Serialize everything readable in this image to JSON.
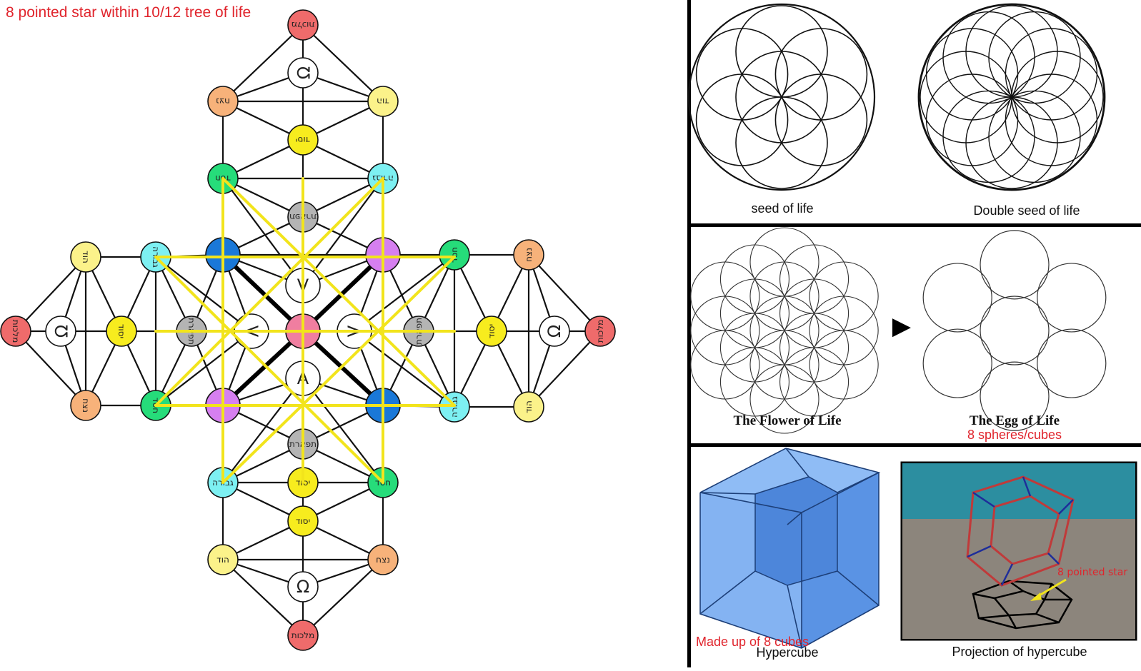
{
  "title": "8 pointed star within 10/12 tree of life",
  "sephirot_labels": {
    "keter": "כתר",
    "chokmah": "חכמה",
    "binah": "בינה",
    "chesed": "חסד",
    "gevurah": "גבורה",
    "tiferet": "תפארת",
    "netzach": "נצח",
    "hod": "הוד",
    "yesod": "יסוד",
    "malkuth": "מלכות",
    "daat_top": "Ʊ",
    "daat_bottom": "Ω",
    "center_upper": "V",
    "center_lower": "A"
  },
  "flower_panel": {
    "seed_caption": "seed of life",
    "double_seed_caption": "Double seed of life"
  },
  "egg_panel": {
    "flower_caption": "The Flower of Life",
    "egg_caption": "The Egg of Life",
    "egg_note": "8 spheres/cubes",
    "arrow_glyph": "▶"
  },
  "hypercube_panel": {
    "note": "Made up of 8 cubes",
    "hypercube_caption": "Hypercube",
    "projection_caption": "Projection of hypercube",
    "star_note": "8 pointed star"
  },
  "colors": {
    "title_red": "#e0242c",
    "star_yellow": "#f2e41c",
    "malkuth_red": "#ef6b6b",
    "orange": "#f7b27a",
    "light_yellow": "#fbf28a",
    "yellow": "#f7ec1e",
    "green": "#26dc7a",
    "cyan": "#7df0f2",
    "gray": "#b4b4b4",
    "blue": "#1a78d8",
    "violet": "#d67ff0",
    "pink": "#f07ea0",
    "cube_blue": "#6fa6f0",
    "sky_teal": "#2c8ea0"
  }
}
